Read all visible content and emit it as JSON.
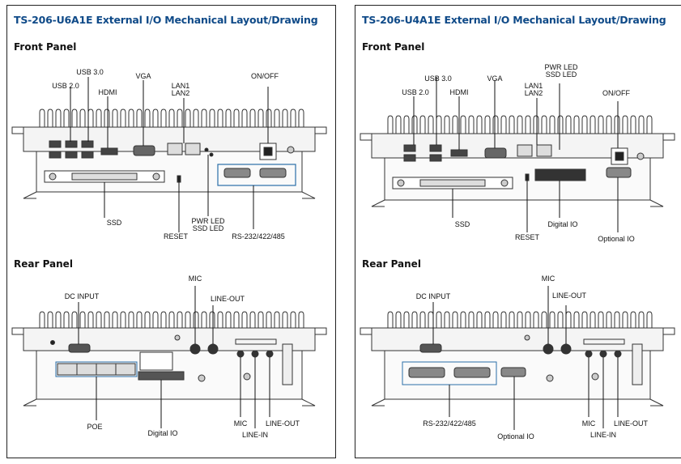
{
  "left": {
    "title": "TS-206-U6A1E External I/O Mechanical Layout/Drawing",
    "front_heading": "Front Panel",
    "rear_heading": "Rear Panel",
    "front_labels": {
      "usb30": "USB 3.0",
      "usb20": "USB 2.0",
      "hdmi": "HDMI",
      "vga": "VGA",
      "lan1": "LAN1",
      "lan2": "LAN2",
      "onoff": "ON/OFF",
      "ssd": "SSD",
      "reset": "RESET",
      "pwr_led": "PWR LED",
      "ssd_led": "SSD LED",
      "rs232": "RS-232/422/485"
    },
    "rear_labels": {
      "mic_top": "MIC",
      "lineout_top": "LINE-OUT",
      "dc_input": "DC INPUT",
      "poe": "POE",
      "digital_io": "Digital IO",
      "mic_bottom": "MIC",
      "linein": "LINE-IN",
      "lineout_bottom": "LINE-OUT"
    }
  },
  "right": {
    "title": "TS-206-U4A1E External I/O Mechanical Layout/Drawing",
    "front_heading": "Front Panel",
    "rear_heading": "Rear Panel",
    "front_labels": {
      "pwr_led": "PWR LED",
      "ssd_led": "SSD LED",
      "usb30": "USB 3.0",
      "usb20": "USB 2.0",
      "hdmi": "HDMI",
      "vga": "VGA",
      "lan1": "LAN1",
      "lan2": "LAN2",
      "onoff": "ON/OFF",
      "ssd": "SSD",
      "reset": "RESET",
      "digital_io": "Digital IO",
      "optional_io": "Optional IO"
    },
    "rear_labels": {
      "mic_top": "MIC",
      "lineout_top": "LINE-OUT",
      "dc_input": "DC INPUT",
      "rs232": "RS-232/422/485",
      "optional_io": "Optional IO",
      "mic_bottom": "MIC",
      "linein": "LINE-IN",
      "lineout_bottom": "LINE-OUT"
    }
  },
  "colors": {
    "title": "#0f4a88",
    "frame": "#222222",
    "device": "#333333",
    "highlight_box": "#2a6fa8"
  }
}
